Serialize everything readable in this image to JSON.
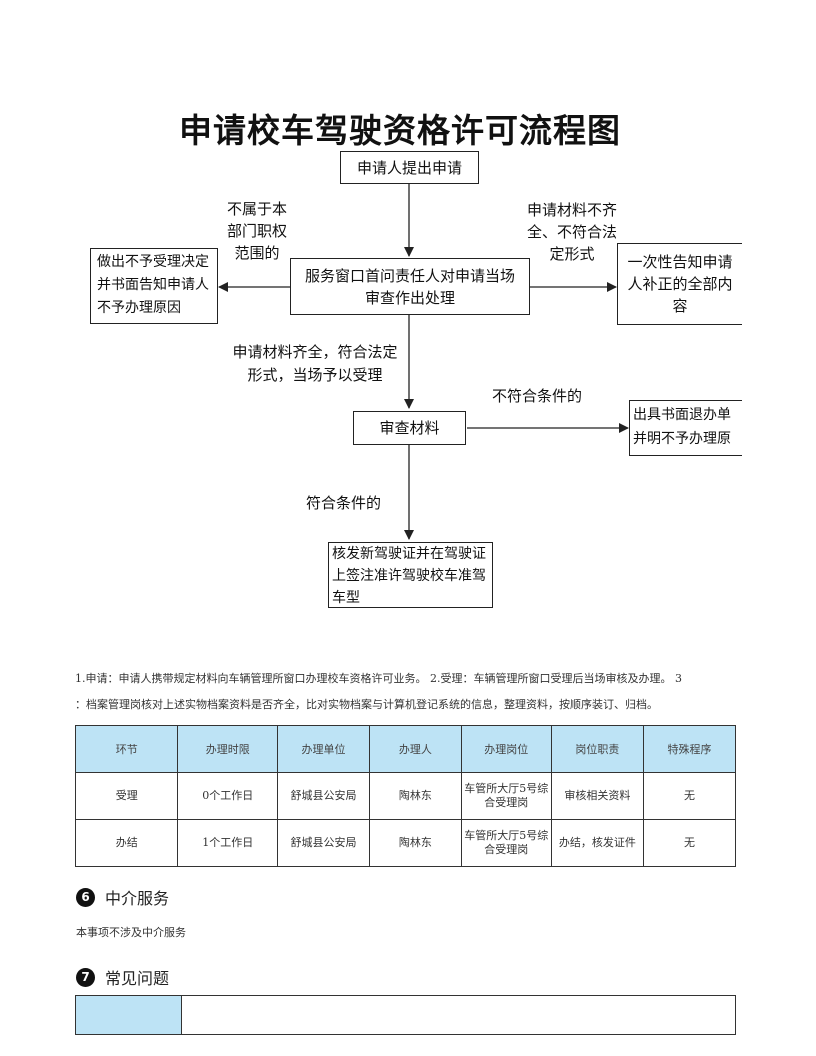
{
  "flowchart": {
    "title": "申请校车驾驶资格许可流程图",
    "nodes": {
      "apply": "申请人提出申请",
      "window": "服务窗口首问责任人对申请当场审查作出处理",
      "reject_left": "做出不予受理决定并书面告知申请人不予办理原因",
      "notify_right": "一次性告知申请人补正的全部内容",
      "review": "审查材料",
      "refuse": "出具书面退办单并明不予办理原因",
      "issue": "核发新驾驶证并在驾驶证上签注准许驾驶校车准驾车型"
    },
    "labels": {
      "not_scope": "不属于本部门职权范围的",
      "incomplete": "申请材料不齐全、不符合法定形式",
      "complete": "申请材料齐全，符合法定形式，当场予以受理",
      "not_qualified": "不符合条件的",
      "qualified": "符合条件的"
    }
  },
  "description": {
    "line1": "1.申请：申请人携带规定材料向车辆管理所窗口办理校车资格许可业务。 2.受理：车辆管理所窗口受理后当场审核及办理。 3",
    "line2": "：档案管理岗核对上述实物档案资料是否齐全，比对实物档案与计算机登记系统的信息，整理资料，按顺序装订、归档。"
  },
  "process_table": {
    "headers": [
      "环节",
      "办理时限",
      "办理单位",
      "办理人",
      "办理岗位",
      "岗位职责",
      "特殊程序"
    ],
    "rows": [
      [
        "受理",
        "0个工作日",
        "舒城县公安局",
        "陶林东",
        "车管所大厅5号综合受理岗",
        "审核相关资料",
        "无"
      ],
      [
        "办结",
        "1个工作日",
        "舒城县公安局",
        "陶林东",
        "车管所大厅5号综合受理岗",
        "办结，核发证件",
        "无"
      ]
    ]
  },
  "sections": {
    "intermediary": {
      "number": "6",
      "title": "中介服务",
      "text": "本事项不涉及中介服务"
    },
    "faq": {
      "number": "7",
      "title": "常见问题"
    }
  },
  "colors": {
    "table_header_bg": "#bde3f5",
    "text": "#222222"
  }
}
